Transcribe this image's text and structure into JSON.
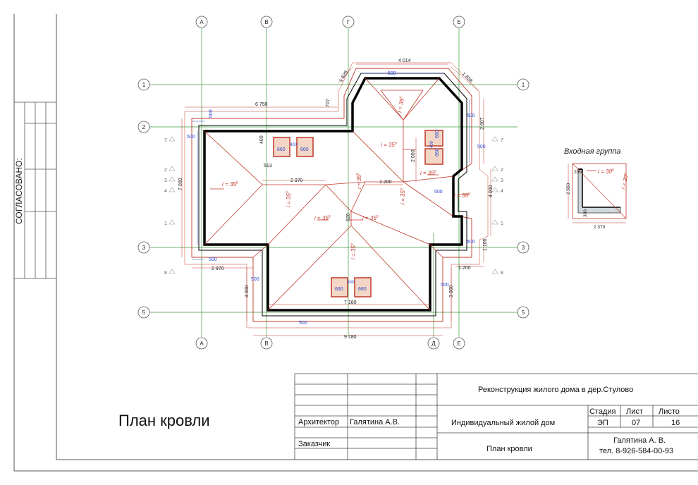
{
  "margin": {
    "agreed_label": "СОГЛАСОВАНО:"
  },
  "axes": {
    "vertical": [
      "А",
      "В",
      "Г",
      "Е",
      "А",
      "В",
      "Д",
      "Е"
    ],
    "horizontal": [
      "1",
      "2",
      "3",
      "5"
    ]
  },
  "levels_left": [
    "7",
    "2",
    "3",
    "4",
    "1",
    "8"
  ],
  "levels_right": [
    "7",
    "2",
    "3",
    "4",
    "1",
    "8"
  ],
  "slope_label": "i = 35",
  "degree_mark": "0",
  "entrance": {
    "title": "Входная группа",
    "slope_1": "i = 30",
    "slope_2": "i = 30",
    "degree_mark": "0",
    "dims": {
      "a": "200",
      "b": "2 550",
      "c": "300",
      "d": "2 370"
    }
  },
  "dims_red": {
    "d4014": "4 014",
    "d1828a": "1 828",
    "d1828b": "1 828",
    "d6750": "6 750",
    "d707": "707",
    "d7000": "7 000",
    "d2970a": "2 970",
    "d2970b": "2 970",
    "d513": "513",
    "d400a": "400",
    "d2000": "2 000",
    "d1200a": "1 200",
    "d820": "820",
    "d2607": "2 607",
    "d4000": "4 000",
    "d1100": "1 100",
    "d1200b": "1 200",
    "d3000a": "3 000",
    "d3000b": "3 000",
    "d7180": "7 180",
    "d9180": "9 180"
  },
  "dims_blue": {
    "b500_1": "500",
    "b500_2": "500",
    "b500_3": "500",
    "b500_4": "500",
    "b500_5": "500",
    "b500_6": "500",
    "b500_7": "500",
    "b500_8": "500",
    "b500_9": "500",
    "b500_10": "500",
    "b500_11": "500"
  },
  "windows": {
    "w1": "660",
    "w2": "660",
    "w1h": "400",
    "w3": "660",
    "w4": "660",
    "w3h": "400",
    "w5": "660",
    "w6": "660",
    "w5h": "400"
  },
  "title_block": {
    "project": "Реконструкция жилого дома в дер.Стулово",
    "object": "Индивидуальный жилой дом",
    "sheet_name": "План кровли",
    "architect_label": "Архитектор",
    "architect_name": "Галятина А.В.",
    "customer_label": "Заказчик",
    "stage_label": "Стадия",
    "sheet_label": "Лист",
    "sheets_label": "Листо",
    "stage": "ЭП",
    "sheet": "07",
    "sheets": "16",
    "author": "Галятина А. В.",
    "phone": "тел. 8-926-584-00-93"
  },
  "drawing_title": "План кровли"
}
